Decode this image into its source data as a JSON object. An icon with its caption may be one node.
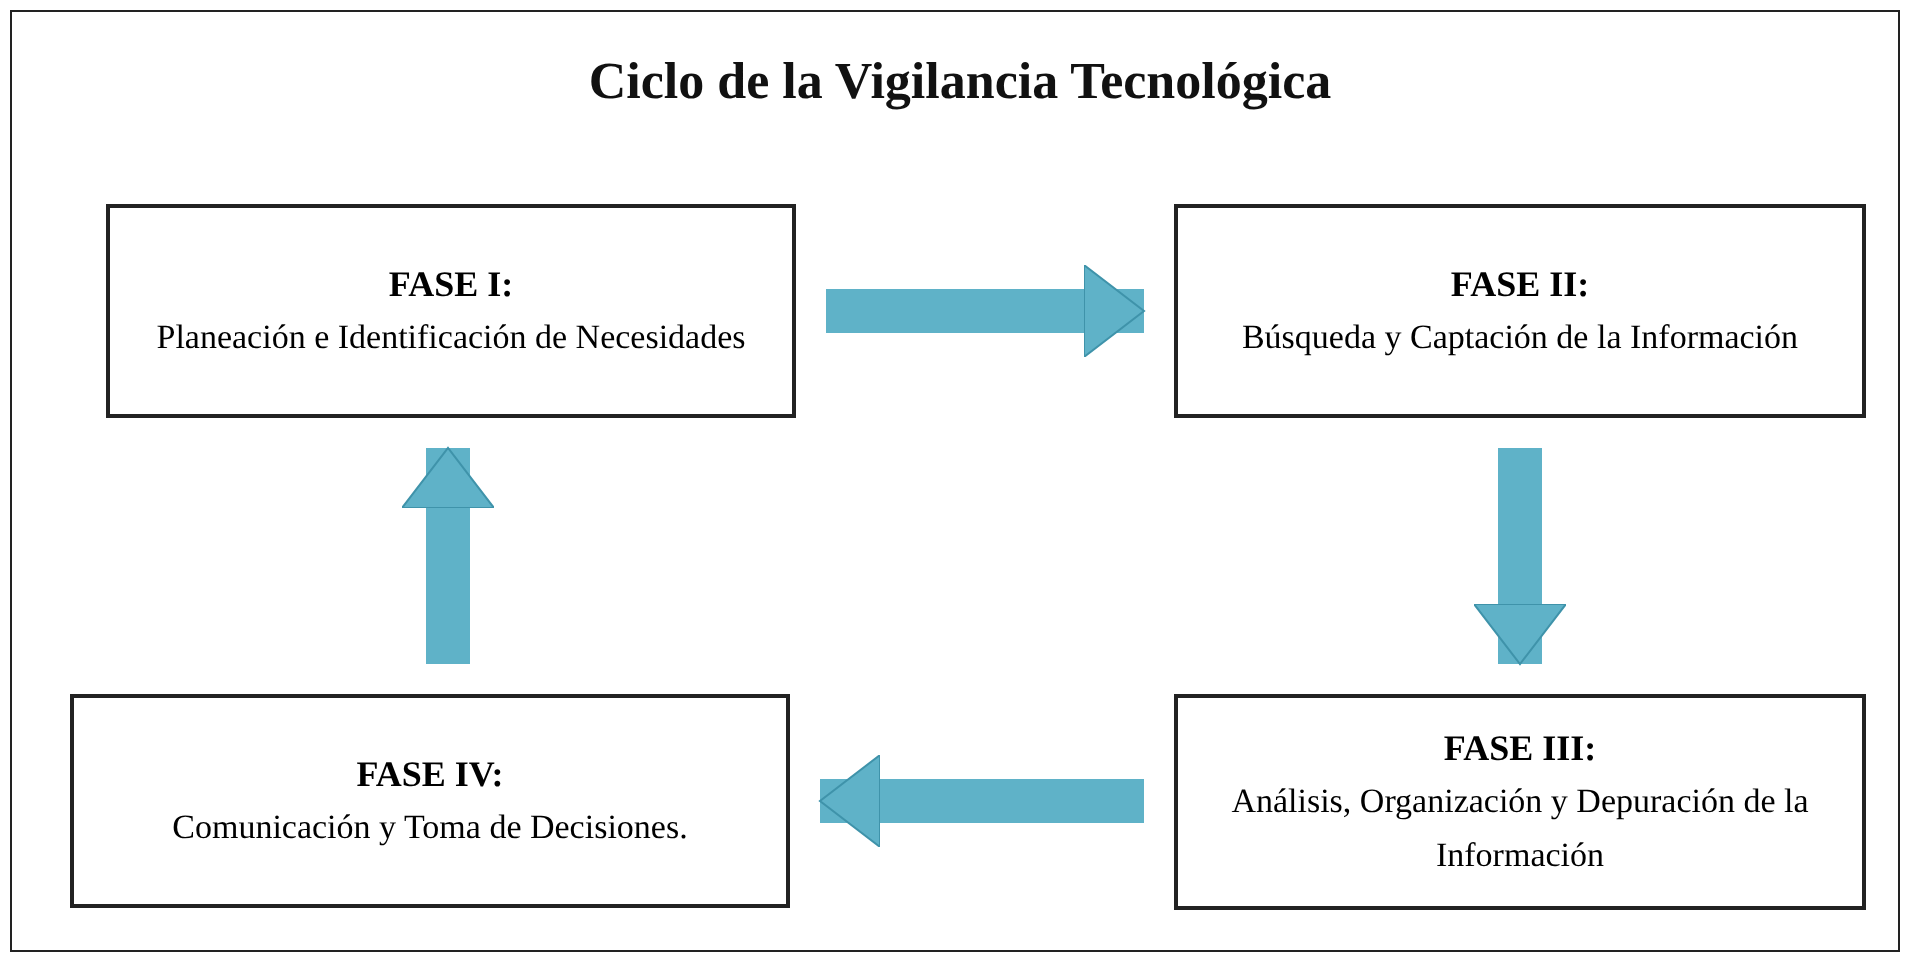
{
  "diagram": {
    "title": "Ciclo de la Vigilancia Tecnológica",
    "nodes": [
      {
        "text": [
          "FASE I:",
          "Planeación e Identificación de Necesidades"
        ]
      },
      {
        "text": [
          "FASE II:",
          "Búsqueda y Captación de la Información"
        ]
      },
      {
        "text": [
          "FASE III:",
          "Análisis, Organización y Depuración de la Información"
        ]
      },
      {
        "text": [
          "FASE IV:",
          "Comunicación y Toma de Decisiones."
        ]
      }
    ],
    "edges": [
      {
        "from": 0,
        "to": 1,
        "arrow": "to"
      },
      {
        "from": 1,
        "to": 2,
        "arrow": "to"
      },
      {
        "from": 2,
        "to": 3,
        "arrow": "to"
      },
      {
        "from": 3,
        "to": 0,
        "arrow": "to"
      }
    ]
  }
}
